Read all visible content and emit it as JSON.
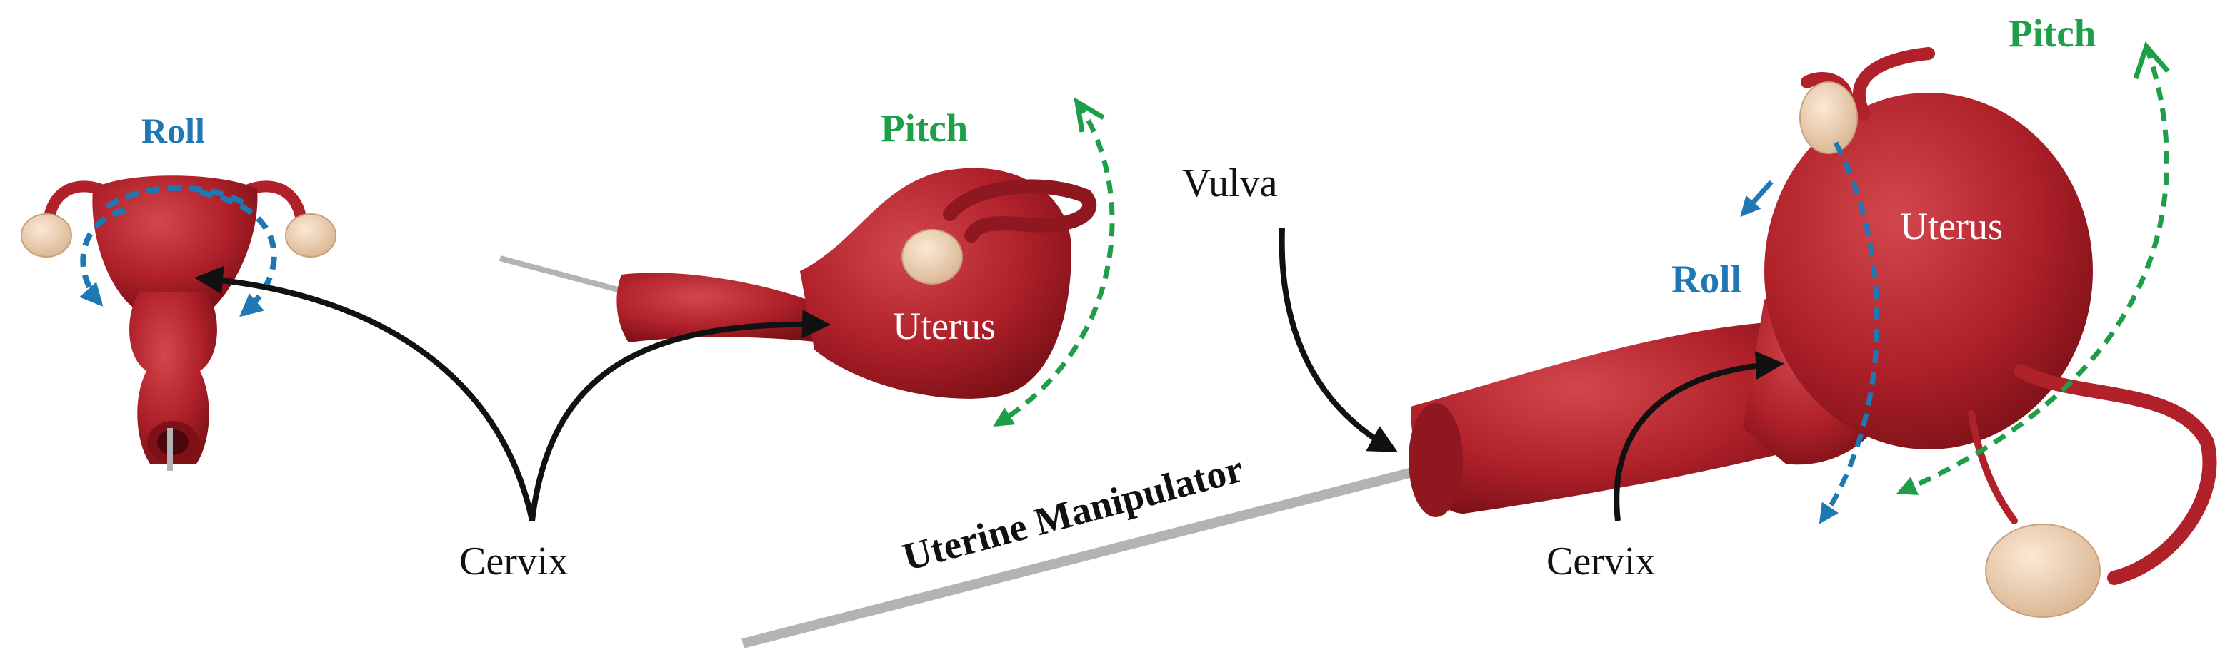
{
  "labels": {
    "roll_left": "Roll",
    "pitch_middle": "Pitch",
    "uterus_middle": "Uterus",
    "cervix_left": "Cervix",
    "vulva": "Vulva",
    "uterine_manipulator": "Uterine Manipulator",
    "pitch_right": "Pitch",
    "roll_right": "Roll",
    "uterus_right": "Uterus",
    "cervix_right": "Cervix"
  },
  "colors": {
    "organ": "#b0212a",
    "organ_dark": "#7e1118",
    "ovary": "#f0d3b4",
    "roll_arrow": "#1f77b4",
    "pitch_arrow": "#1f9e4a",
    "pointer_arrow": "#111111",
    "manipulator_rod": "#b3b3b3"
  }
}
